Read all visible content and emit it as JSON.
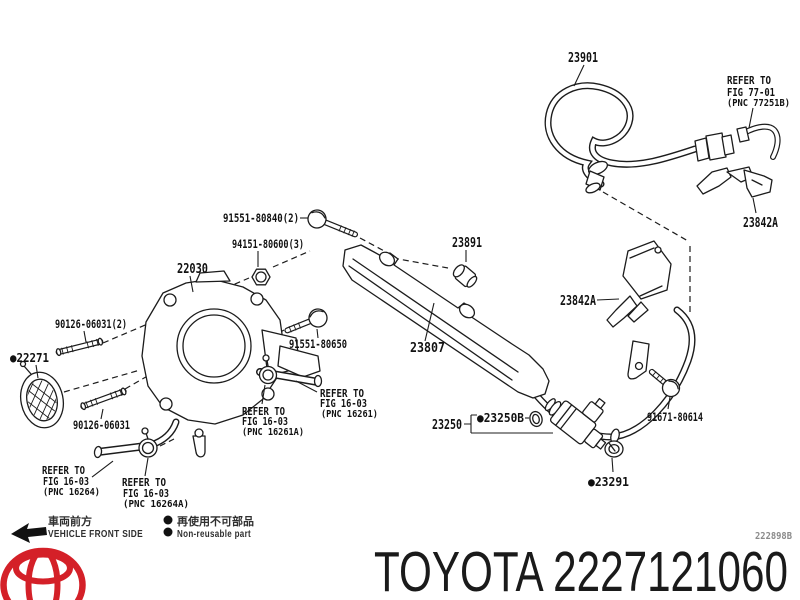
{
  "colors": {
    "line": "#1c1c1c",
    "label_text": "#111111",
    "brand_red": "#d42028",
    "muted_gray": "#8a8a8a"
  },
  "parts": {
    "fuel_hose": {
      "label": "23901"
    },
    "clamp_top": {
      "label": "23842A"
    },
    "clamp_mid": {
      "label": "23842A"
    },
    "bolt_upper": {
      "label": "91551-80840(2)"
    },
    "nut": {
      "label": "94151-80600(3)"
    },
    "throttle_body": {
      "label": "22030"
    },
    "damper_cap": {
      "label": "23891"
    },
    "stud_upper": {
      "label": "90126-06031(2)"
    },
    "gasket": {
      "label": "●22271"
    },
    "bolt_mid": {
      "label": "91551-80650"
    },
    "fuel_rail": {
      "label": "23807"
    },
    "stud_lower": {
      "label": "90126-06031"
    },
    "injector": {
      "label": "23250"
    },
    "oring": {
      "label": "●23250B"
    },
    "grommet": {
      "label": "●23291"
    },
    "bolt_right": {
      "label": "91671-80614"
    }
  },
  "references": {
    "fig_77_01": {
      "line1": "REFER TO",
      "line2": "FIG 77-01",
      "pnc": "(PNC 77251B)"
    },
    "fig_16_03_16261": {
      "line1": "REFER TO",
      "line2": "FIG 16-03",
      "pnc": "(PNC 16261)"
    },
    "fig_16_03_16261a": {
      "line1": "REFER TO",
      "line2": "FIG 16-03",
      "pnc": "(PNC 16261A)"
    },
    "fig_16_03_16264": {
      "line1": "REFER TO",
      "line2": "FIG 16-03",
      "pnc": "(PNC 16264)"
    },
    "fig_16_03_16264a": {
      "line1": "REFER TO",
      "line2": "FIG 16-03",
      "pnc": "(PNC 16264A)"
    }
  },
  "legend": {
    "front_jp": "車両前方",
    "front_en": "VEHICLE FRONT SIDE",
    "non_reusable_jp": "再使用不可部品",
    "non_reusable_en": "Non-reusable part"
  },
  "footer": {
    "caption": "TOYOTA 2227121060",
    "figure_code": "222898B"
  }
}
